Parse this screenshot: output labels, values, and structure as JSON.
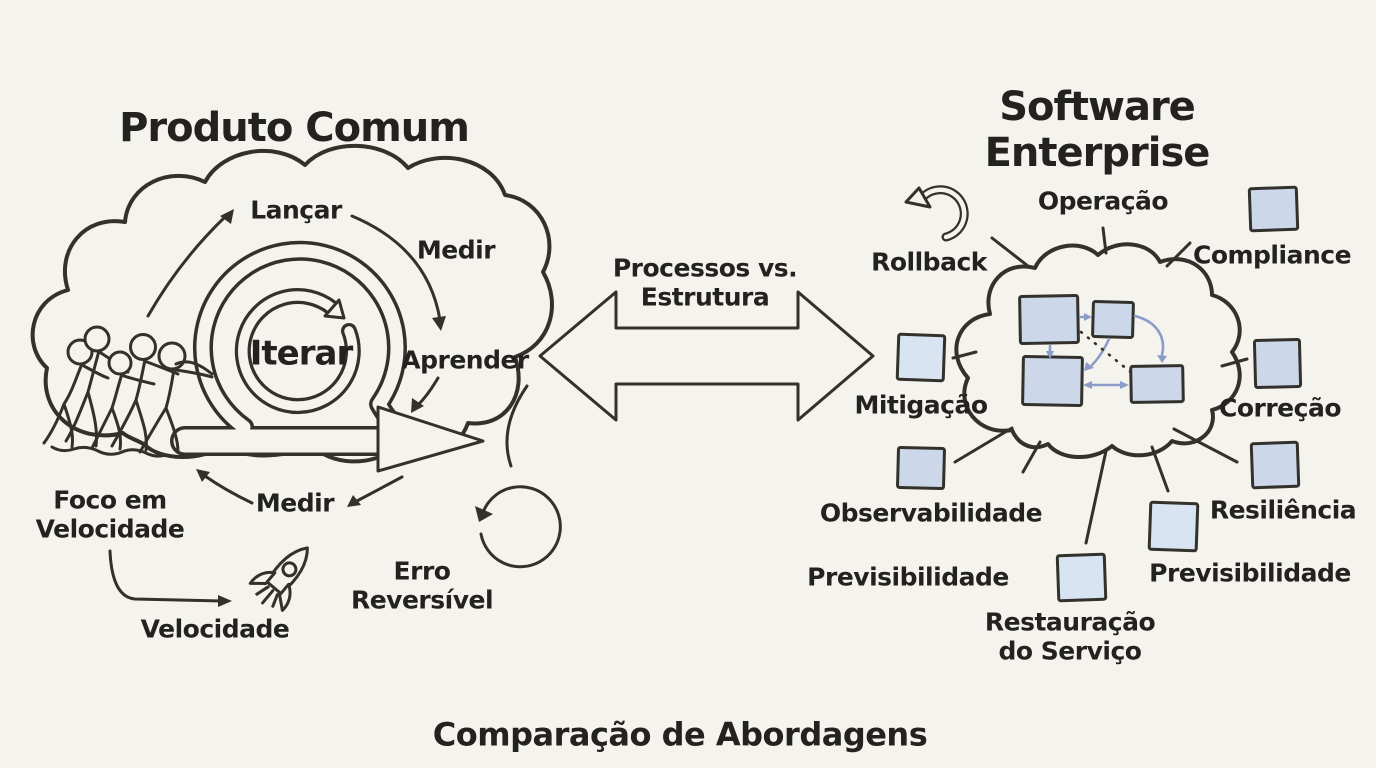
{
  "caption": "Comparação de Abordagens",
  "left": {
    "title": "Produto Comum",
    "iterate": "Iterar",
    "launch": "Lançar",
    "measure_top": "Medir",
    "learn": "Aprender",
    "measure_bottom": "Medir",
    "focus": "Foco em\nVelocidade",
    "velocity": "Velocidade",
    "reversible_error": "Erro\nReversível"
  },
  "center": {
    "versus": "Processos vs.\nEstrutura"
  },
  "right": {
    "title": "Software Enterprise",
    "rollback": "Rollback",
    "operation": "Operação",
    "compliance": "Compliance",
    "mitigation": "Mitigação",
    "correction": "Correção",
    "observability": "Observabilidade",
    "resilience": "Resiliência",
    "predictability_left": "Previsibilidade",
    "predictability_right": "Previsibilidade",
    "restoration": "Restauração\ndo Serviço"
  },
  "colors": {
    "background": "#f4f3ee",
    "ink": "#33312c",
    "text": "#23221e",
    "box_fill": "#ccd8ea",
    "box_fill_light": "#d8e4f1",
    "accent": "#8b9cc8"
  }
}
